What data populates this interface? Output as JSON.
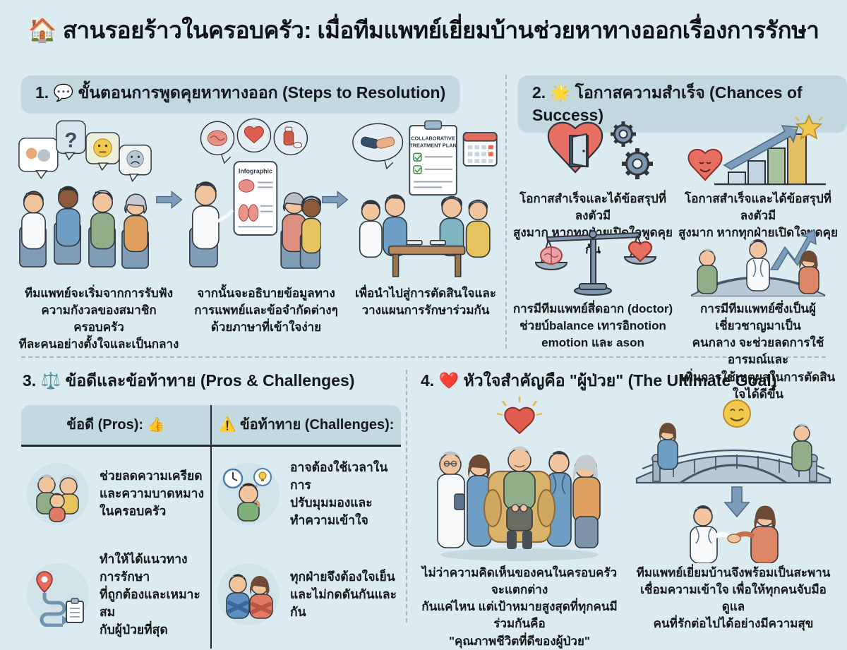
{
  "title": "🏠 สานรอยร้าวในครอบครัว: เมื่อทีมแพทย์เยี่ยมบ้านช่วยหาทางออกเรื่องการรักษา",
  "panel1": {
    "header": "1. 💬 ขั้นตอนการพูดคุยหาทางออก (Steps to Resolution)",
    "steps": [
      {
        "caption": "ทีมแพทย์จะเริ่มจากการรับฟัง\nความกังวลของสมาชิกครอบครัว\nทีละคนอย่างตั้งใจและเป็นกลาง"
      },
      {
        "caption": "จากนั้นจะอธิบายข้อมูลทาง\nการแพทย์และข้อจำกัดต่างๆ\nด้วยภาษาที่เข้าใจง่าย"
      },
      {
        "caption": "เพื่อนำไปสู่การตัดสินใจและ\nวางแผนการรักษาร่วมกัน"
      }
    ],
    "tablet_label": "Infographic",
    "document_title_line1": "COLLABORATIVE",
    "document_title_line2": "TREATMENT PLAN"
  },
  "panel2": {
    "header": "2. 🌟 โอกาสความสำเร็จ (Chances of Success)",
    "cells": [
      {
        "caption": "โอกาสสำเร็จและได้ข้อสรุปที่ลงตัวมี\nสูงมาก หากทุกฝ่ายเปิดใจพูดคุยกัน"
      },
      {
        "caption": "โอกาสสำเร็จและได้ข้อสรุปที่ลงตัวมี\nสูงมาก หากทุกฝ่ายเปิดใจพูดคุยกัน"
      },
      {
        "caption": "การมีทีมแพทย์สี่ดอาก (doctor)\nช่วยบ์balance เทารอิnotion\nemotion และ ason"
      },
      {
        "caption": "การมีทีมแพทย์ซึ่งเป็นผู้เชี่ยวชาญมาเป็น\nคนกลาง จะช่วยลดการใช้อารมณ์และ\nเพิ่มการใช้เหตุผลในการตัดสินใจได้ดีขึ้น"
      }
    ]
  },
  "panel3": {
    "header": "3. ⚖️ ข้อดีและข้อท้าทาย (Pros & Challenges)",
    "pros_header": "ข้อดี (Pros): 👍",
    "challenges_header": "⚠️ ข้อท้าทาย (Challenges):",
    "pros": [
      {
        "text": "ช่วยลดความเครียด\nและความบาดหมาง\nในครอบครัว"
      },
      {
        "text": "ทำให้ได้แนวทางการรักษา\nที่ถูกต้องและเหมาะสม\nกับผู้ป่วยที่สุด"
      }
    ],
    "challenges": [
      {
        "text": "อาจต้องใช้เวลาในการ\nปรับมุมมองและ\nทำความเข้าใจ"
      },
      {
        "text": "ทุกฝ่ายจึงต้องใจเย็น\nและไม่กดดันกันและกัน"
      }
    ]
  },
  "panel4": {
    "header": "4. ❤️ หัวใจสำคัญคือ \"ผู้ป่วย\" (The Ultimate Goal)",
    "captions": [
      {
        "caption": "ไม่ว่าความคิดเห็นของคนในครอบครัวจะแตกต่าง\nกันแค่ไหน แต่เป้าหมายสูงสุดที่ทุกคนมีร่วมกันคือ\n\"คุณภาพชีวิตที่ดีของผู้ป่วย\""
      },
      {
        "caption": "ทีมแพทย์เยี่ยมบ้านจึงพร้อมเป็นสะพาน\nเชื่อมความเข้าใจ เพื่อให้ทุกคนจับมือดูแล\nคนที่รักต่อไปได้อย่างมีความสุข"
      }
    ]
  },
  "colors": {
    "background": "#dcebef",
    "header_pill": "#c2d8df",
    "text": "#15191c",
    "arrow_blue": "#7b9cba",
    "heart_red": "#e66e62",
    "divider": "#a3bac4",
    "star_gold": "#f3c74f",
    "bar_green": "#a9c29e",
    "bar_yellow": "#e5bf63"
  }
}
